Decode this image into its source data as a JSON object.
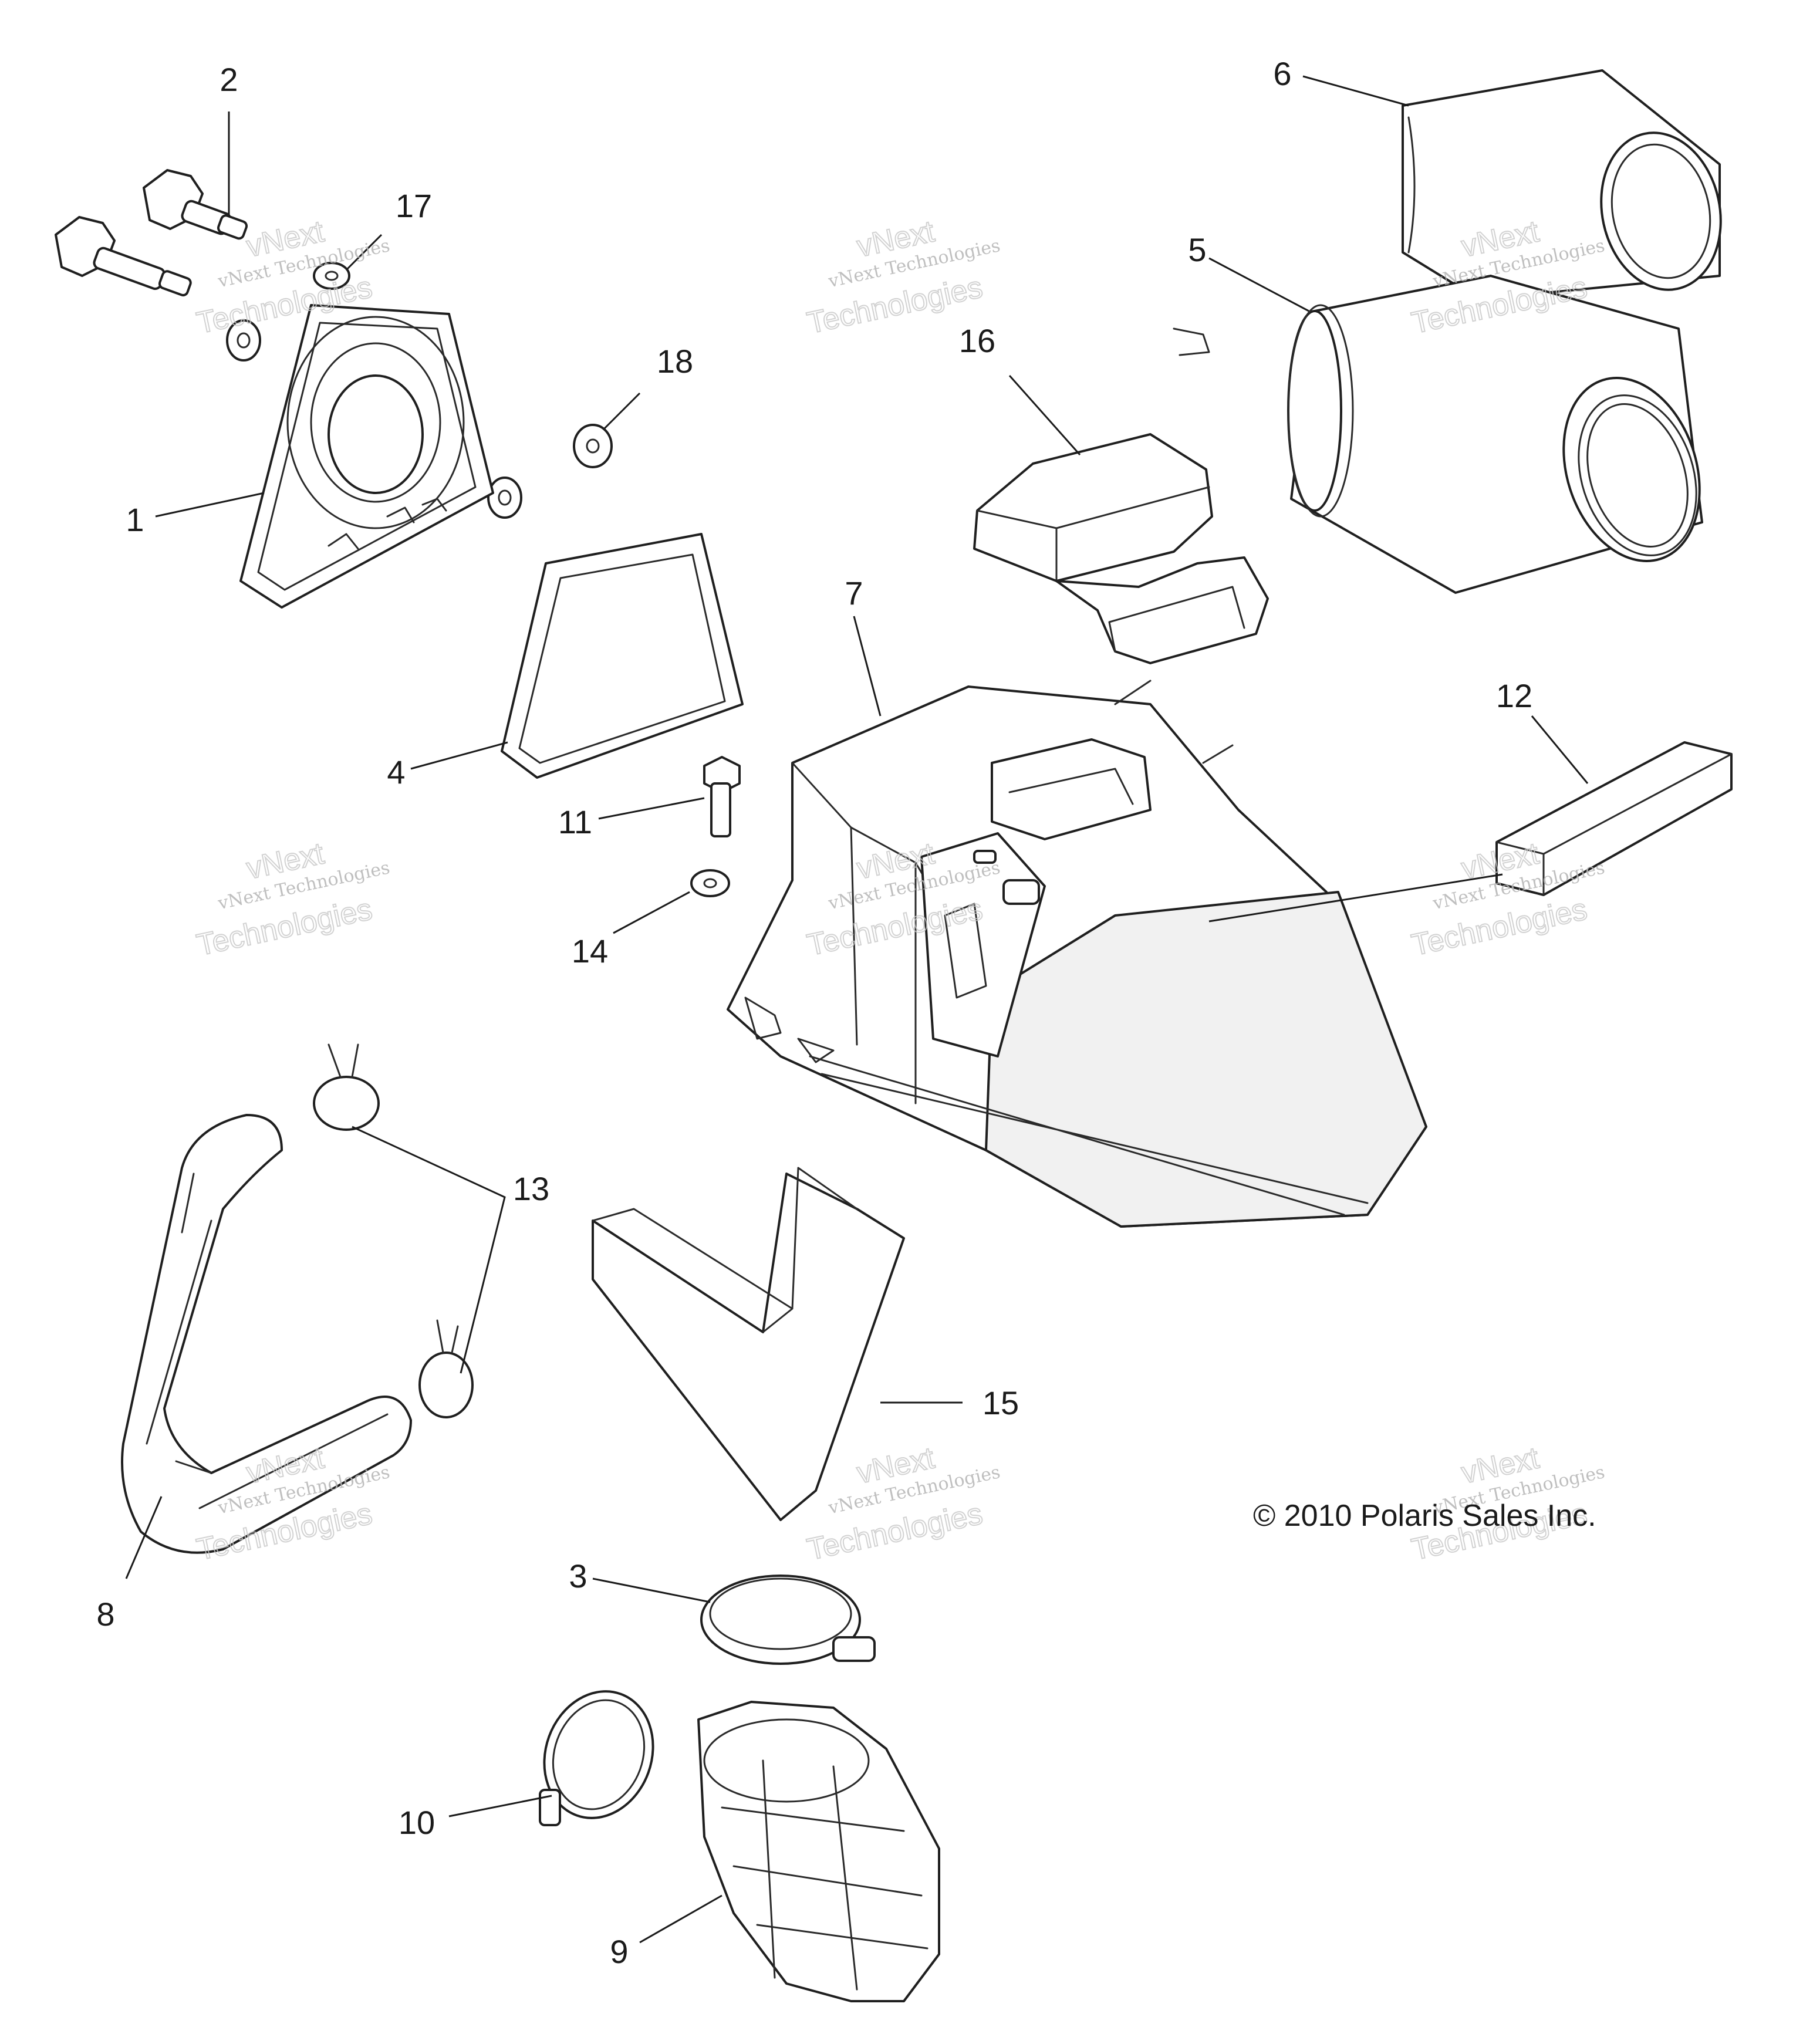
{
  "callouts": {
    "c1": "1",
    "c2": "2",
    "c3": "3",
    "c4": "4",
    "c5": "5",
    "c6": "6",
    "c7": "7",
    "c8": "8",
    "c9": "9",
    "c10": "10",
    "c11": "11",
    "c12": "12",
    "c13": "13",
    "c14": "14",
    "c15": "15",
    "c16": "16",
    "c17": "17",
    "c18": "18"
  },
  "copyright": "© 2010 Polaris Sales Inc.",
  "watermark": {
    "line1": "vNext",
    "line2": "vNext Technologies",
    "line3": "Technologies"
  }
}
